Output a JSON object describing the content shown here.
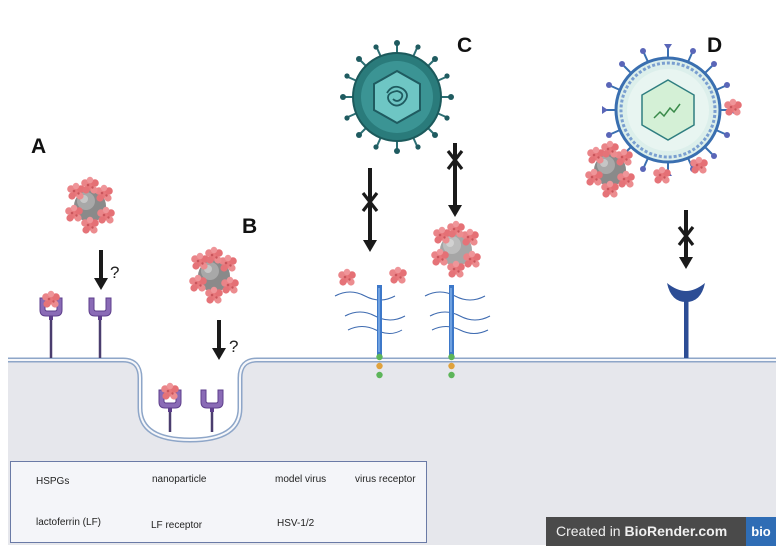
{
  "panels": {
    "a": "A",
    "b": "B",
    "c": "C",
    "d": "D"
  },
  "question_marks": {
    "a": "?",
    "b": "?"
  },
  "legend": {
    "hspg": "HSPGs",
    "nanoparticle": "nanoparticle",
    "model_virus": "model virus",
    "virus_receptor": "virus receptor",
    "lactoferrin": "lactoferrin (LF)",
    "lf_receptor": "LF receptor",
    "hsv": "HSV-1/2"
  },
  "credit": {
    "prefix": "Created in ",
    "brand": "BioRender.com",
    "logo": "bio"
  },
  "colors": {
    "membrane_fill": "#e6e7ec",
    "membrane_edge": "#8ea6c8",
    "lactoferrin": "#e8787c",
    "lf_receptor": "#7b5aa6",
    "hsv_capsid": "#2a7b7b",
    "virus_receptor": "#2c4d95",
    "hspg": "#3d78c9",
    "nanoparticle": "#8c8c8c"
  },
  "icons": [
    "lactoferrin-cluster-icon",
    "nanoparticle-icon",
    "lf-receptor-icon",
    "hsv-virion-icon",
    "model-virus-icon",
    "virus-receptor-icon",
    "hspg-icon",
    "block-x-icon",
    "down-arrow-icon"
  ]
}
